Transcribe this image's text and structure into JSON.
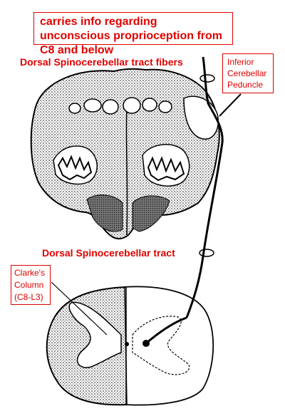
{
  "labels": {
    "title": "carries info regarding unconscious proprioception from C8 and below",
    "dsct_fibers": "Dorsal Spinocerebellar tract fibers",
    "icp": "Inferior Cerebellar Peduncle",
    "dsct": "Dorsal Spinocerebellar tract",
    "clarke": "Clarke's Column (C8-L3)"
  },
  "colors": {
    "label_red": "#e00000",
    "ink": "#000000",
    "stipple": "#5a5a5a"
  },
  "icons": {
    "medulla": "medulla-cross-section",
    "spinal_cord": "spinal-cord-cross-section"
  }
}
